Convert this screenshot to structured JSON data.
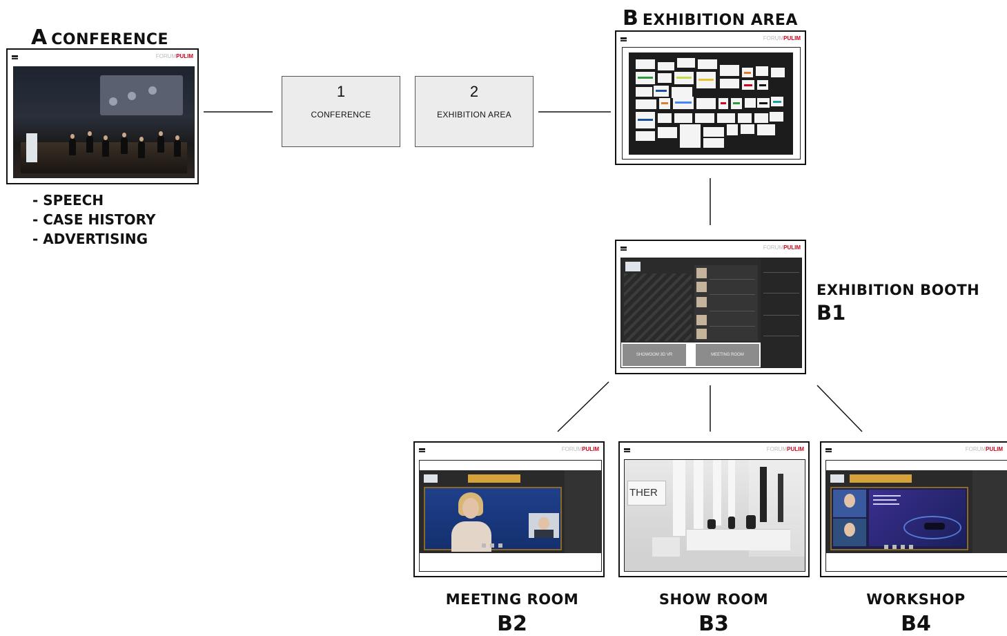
{
  "conference": {
    "letter": "A",
    "title": "CONFERENCE",
    "items": [
      "- SPEECH",
      "- CASE HISTORY",
      "- ADVERTISING"
    ]
  },
  "exhibition": {
    "letter": "B",
    "title": "EXHIBITION AREA"
  },
  "steps": [
    {
      "number": "1",
      "label": "CONFERENCE"
    },
    {
      "number": "2",
      "label": "EXHIBITION AREA"
    }
  ],
  "booth": {
    "title": "EXHIBITION BOOTH",
    "code": "B1",
    "showroom_button": "SHOWOOM 3D VR",
    "meeting_button": "MEETING ROOM"
  },
  "rooms": [
    {
      "title": "MEETING ROOM",
      "code": "B2"
    },
    {
      "title": "SHOW ROOM",
      "code": "B3"
    },
    {
      "title": "WORKSHOP",
      "code": "B4"
    }
  ],
  "screen_logo": {
    "part1": "FORUM",
    "part2": "PULIM"
  },
  "showroom_sign": "THER",
  "colors": {
    "accent": "#d0021b",
    "box_fill": "#ececec",
    "booth_button": "#8c8c8c",
    "orange": "#d6a23a"
  }
}
